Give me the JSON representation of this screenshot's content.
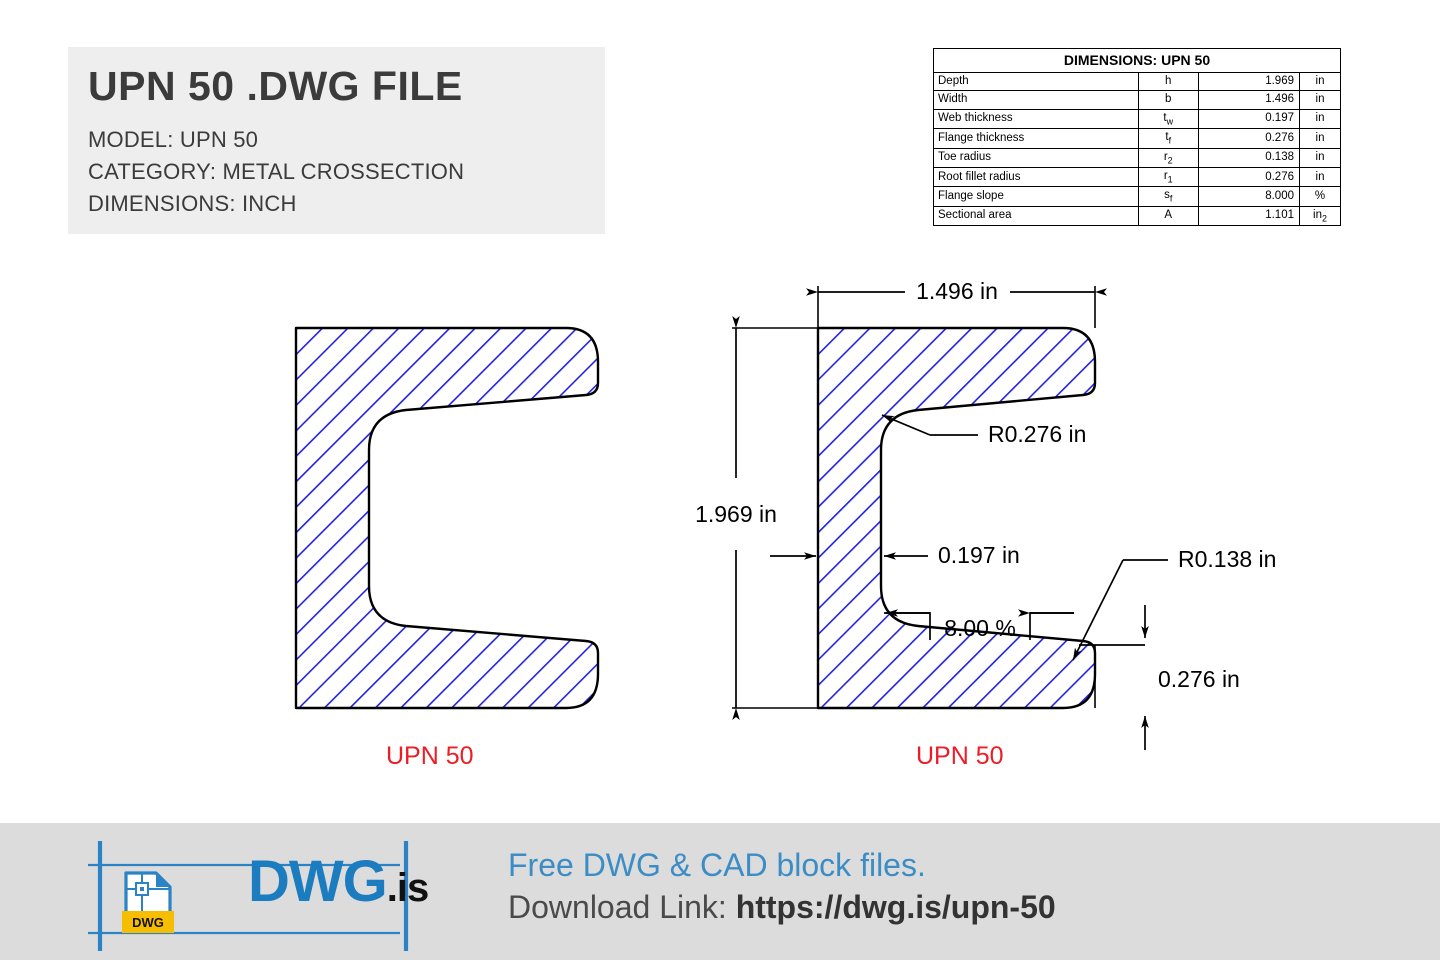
{
  "title_block": {
    "heading": "UPN 50 .DWG FILE",
    "model_label": "MODEL:",
    "model_value": "UPN 50",
    "category_label": "CATEGORY:",
    "category_value": "METAL CROSSECTION",
    "dimensions_label": "DIMENSIONS:",
    "dimensions_value": "INCH"
  },
  "table": {
    "title": "DIMENSIONS: UPN 50",
    "rows": [
      {
        "name": "Depth",
        "symbol": "h",
        "sub": "",
        "value": "1.969",
        "unit": "in",
        "unit_sub": ""
      },
      {
        "name": "Width",
        "symbol": "b",
        "sub": "",
        "value": "1.496",
        "unit": "in",
        "unit_sub": ""
      },
      {
        "name": "Web thickness",
        "symbol": "t",
        "sub": "w",
        "value": "0.197",
        "unit": "in",
        "unit_sub": ""
      },
      {
        "name": "Flange thickness",
        "symbol": "t",
        "sub": "f",
        "value": "0.276",
        "unit": "in",
        "unit_sub": ""
      },
      {
        "name": "Toe radius",
        "symbol": "r",
        "sub": "2",
        "value": "0.138",
        "unit": "in",
        "unit_sub": ""
      },
      {
        "name": "Root fillet radius",
        "symbol": "r",
        "sub": "1",
        "value": "0.276",
        "unit": "in",
        "unit_sub": ""
      },
      {
        "name": "Flange slope",
        "symbol": "s",
        "sub": "f",
        "value": "8.000",
        "unit": "%",
        "unit_sub": ""
      },
      {
        "name": "Sectional area",
        "symbol": "A",
        "sub": "",
        "value": "1.101",
        "unit": "in",
        "unit_sub": "2"
      }
    ]
  },
  "drawing": {
    "caption_left": "UPN 50",
    "caption_right": "UPN 50",
    "annotations": {
      "width": "1.496 in",
      "depth": "1.969 in",
      "web_thickness": "0.197 in",
      "flange_thickness": "0.276 in",
      "root_fillet": "R0.276 in",
      "toe_radius": "R0.138 in",
      "flange_slope": "8.00 %"
    },
    "colors": {
      "hatch": "#2222dd",
      "outline": "#000000",
      "caption": "#ee1c25"
    }
  },
  "footer": {
    "brand_main": "DWG",
    "brand_tld": ".is",
    "icon_badge": "DWG",
    "line1": "Free DWG & CAD block files.",
    "line2_label": "Download Link:",
    "url": "https://dwg.is/upn-50",
    "colors": {
      "brand_blue": "#1b7cc0",
      "badge_yellow": "#f7bd00",
      "background": "#dcdcdc"
    }
  }
}
